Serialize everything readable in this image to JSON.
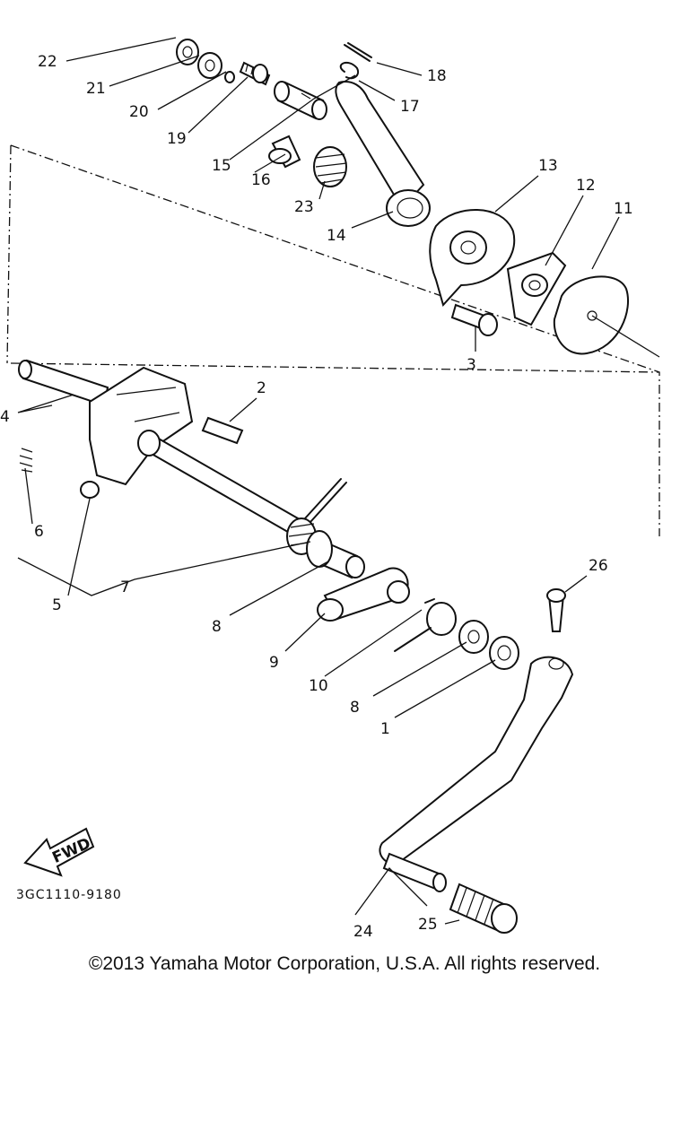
{
  "diagram": {
    "part_labels": [
      "22",
      "21",
      "20",
      "19",
      "18",
      "17",
      "15",
      "16",
      "23",
      "14",
      "13",
      "12",
      "11",
      "3",
      "2",
      "4",
      "6",
      "5",
      "7",
      "8",
      "9",
      "10",
      "8",
      "1",
      "26",
      "24",
      "25"
    ],
    "fwd_label": "FWD",
    "drawing_code": "3GC1110-9180"
  },
  "footer": {
    "copyright": "©2013 Yamaha Motor Corporation, U.S.A. All rights reserved."
  }
}
